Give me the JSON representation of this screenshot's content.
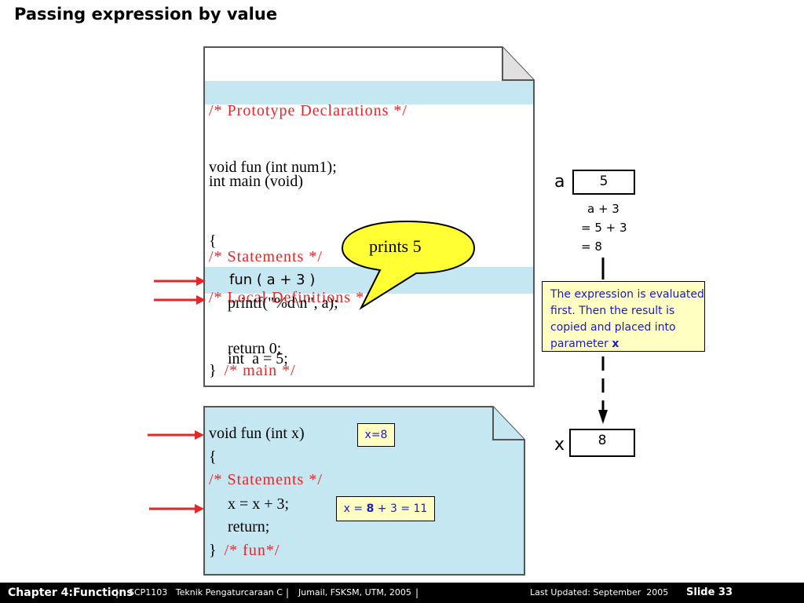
{
  "title": "Passing expression by value",
  "caller_code": {
    "comment_proto": "/* Prototype Declarations */",
    "proto": "void fun (int num1);",
    "main_sig": "int main (void)",
    "open_brace": "{",
    "comment_local": "/* Local Definitions */",
    "decl": "int  a = 5;",
    "comment_stmts": "/* Statements */",
    "call": "fun ( a + 3 )",
    "printf": "printf(\"%d\\n\", a);",
    "return": "return 0;",
    "close_brace": "}",
    "comment_main": "/* main */"
  },
  "callee_code": {
    "sig": "void fun (int x)",
    "open_brace": "{",
    "comment_stmts": "/* Statements */",
    "assign": "x = x + 3;",
    "return": "return;",
    "close_brace": "}",
    "comment_fun": "/* fun*/"
  },
  "bubble": "prints 5",
  "var_a": {
    "label": "a",
    "value": "5"
  },
  "calc": [
    "a + 3",
    "= 5 + 3",
    "= 8"
  ],
  "explanation": {
    "text": "The expression is evaluated first. Then the result is copied and placed into parameter ",
    "bold": "x"
  },
  "var_x": {
    "label": "x",
    "value": "8"
  },
  "x_label_box": "x=8",
  "result_box": {
    "prefix": "x = ",
    "bold": "8",
    "suffix": " + 3 = 11"
  },
  "footer": {
    "chapter": "Chapter 4:Functions",
    "sep1": "|",
    "course": "SCP1103   Teknik Pengaturcaraan C",
    "sep2": "|",
    "author": "Jumail, FSKSM, UTM, 2005",
    "sep3": "|",
    "updated": "Last Updated: September  2005",
    "slide": "Slide 33"
  },
  "colors": {
    "arrow": "#e8262a",
    "comment": "#e8262a",
    "highlight": "#c4e7f2",
    "callout": "#ffff33",
    "note_bg": "#ffffc2",
    "note_text": "#1a1ac8"
  }
}
